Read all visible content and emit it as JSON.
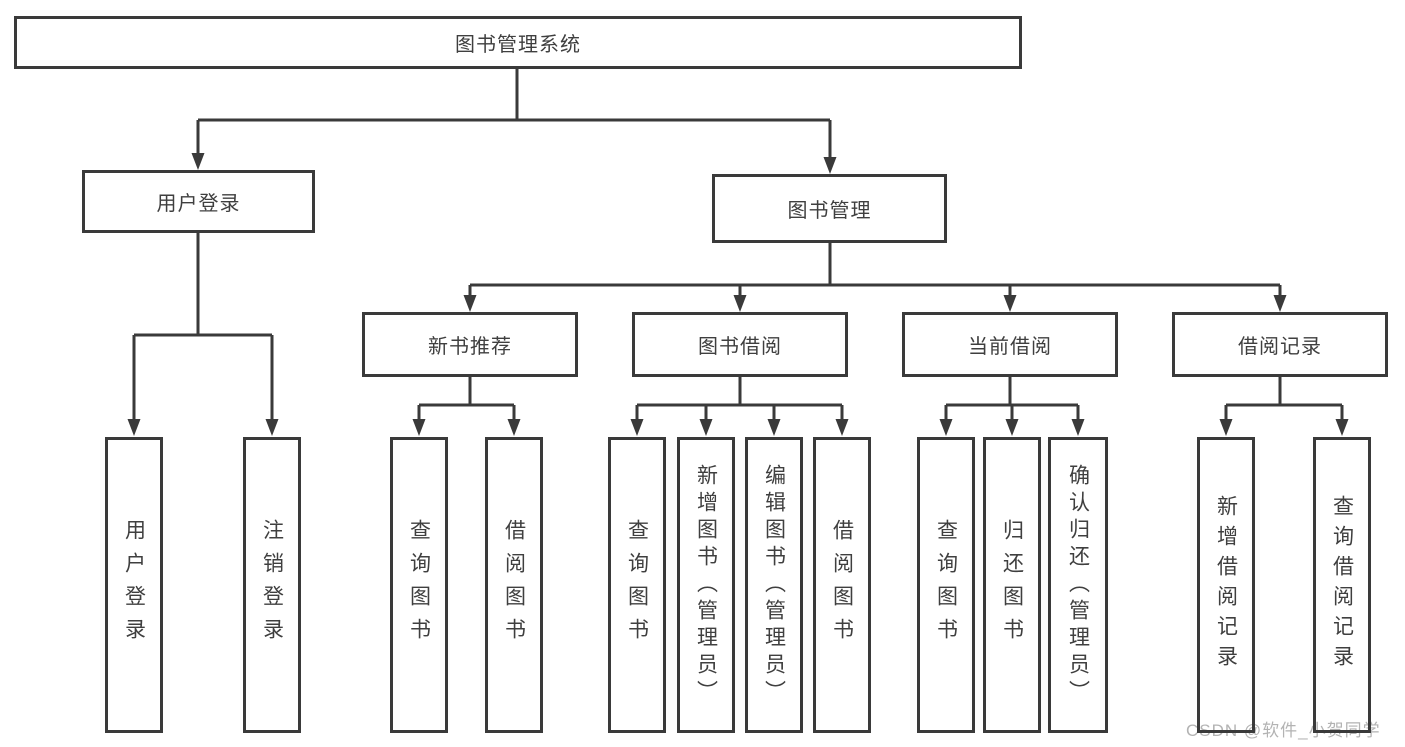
{
  "root": {
    "label": "图书管理系统"
  },
  "branches": {
    "login": {
      "label": "用户登录",
      "leaves": [
        "用户登录",
        "注销登录"
      ]
    },
    "mgmt": {
      "label": "图书管理",
      "groups": [
        {
          "label": "新书推荐",
          "leaves": [
            "查询图书",
            "借阅图书"
          ]
        },
        {
          "label": "图书借阅",
          "leaves": [
            "查询图书",
            "新增图书（管理员）",
            "编辑图书（管理员）",
            "借阅图书"
          ]
        },
        {
          "label": "当前借阅",
          "leaves": [
            "查询图书",
            "归还图书",
            "确认归还（管理员）"
          ]
        },
        {
          "label": "借阅记录",
          "leaves": [
            "新增借阅记录",
            "查询借阅记录"
          ]
        }
      ]
    }
  },
  "watermark": "CSDN @软件_小贺同学",
  "colors": {
    "line": "#3a3a3a",
    "text": "#3f3f3f",
    "background": "#ffffff",
    "watermark": "#afafaf"
  }
}
